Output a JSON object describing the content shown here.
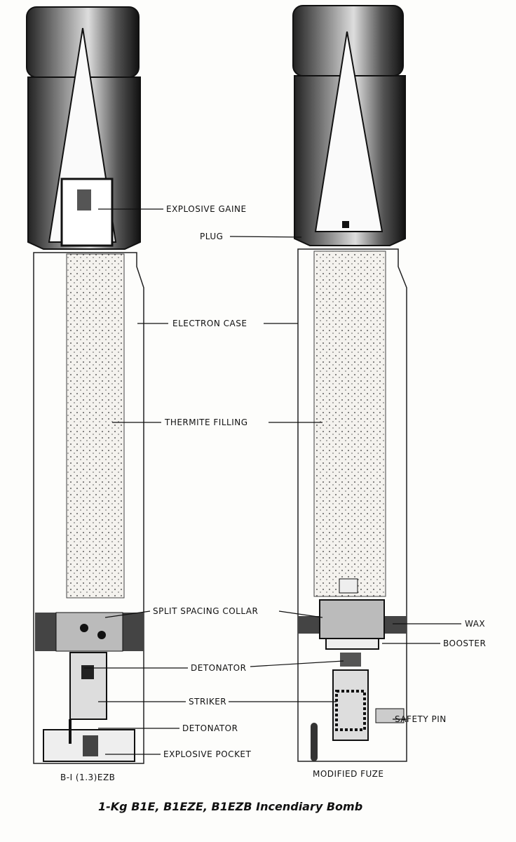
{
  "labels": {
    "explosive_gaine": "EXPLOSIVE GAINE",
    "plug": "PLUG",
    "electron_case": "ELECTRON CASE",
    "thermite_filling": "THERMITE FILLING",
    "split_spacing_collar": "SPLIT SPACING COLLAR",
    "wax": "WAX",
    "booster": "BOOSTER",
    "detonator_upper": "DETONATOR",
    "striker": "STRIKER",
    "safety_pin": "SAFETY PIN",
    "detonator_lower": "DETONATOR",
    "explosive_pocket": "EXPLOSIVE POCKET"
  },
  "left_title": "B-I (1.3)EZB",
  "right_title": "MODIFIED FUZE",
  "caption": "1-Kg B1E, B1EZE, B1EZB Incendiary Bomb"
}
